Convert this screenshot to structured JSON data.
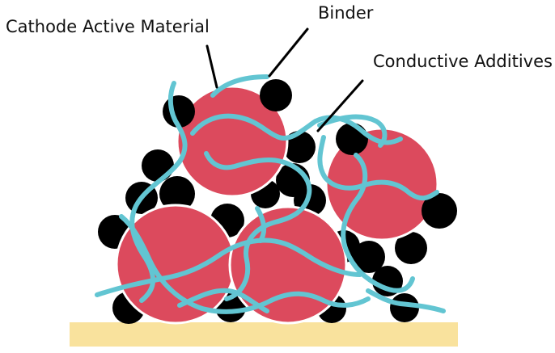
{
  "labels": {
    "cathode_active_material": "Cathode Active Material",
    "binder": "Binder",
    "conductive_additives": "Conductive Additives"
  },
  "colors": {
    "active_material": "#dc4a5d",
    "active_material_outline": "#ffffff",
    "conductive_additive": "#000000",
    "binder": "#62c5d2",
    "current_collector": "#f9e29d",
    "leader_line": "#000000",
    "text": "#111111"
  }
}
